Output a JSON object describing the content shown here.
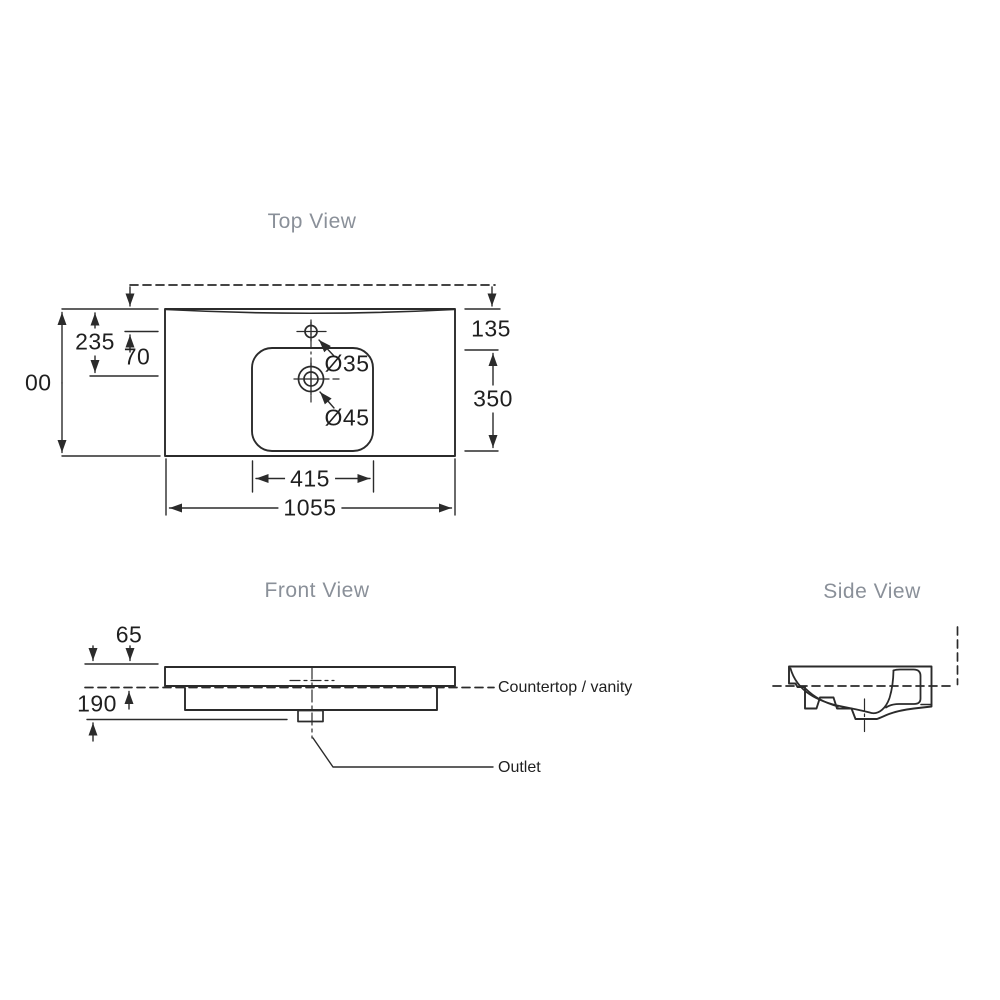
{
  "colors": {
    "background": "#ffffff",
    "line": "#2b2b2b",
    "dim_text": "#1f1f1f",
    "title_text": "#8a9099"
  },
  "top_view": {
    "title": "Top View",
    "dimensions": {
      "overall_width": "1055",
      "bowl_width": "415",
      "depth_clipped": "00",
      "edge_to_drain_center": "235",
      "edge_to_faucet_center": "70",
      "edge_to_bowl": "135",
      "bowl_depth": "350",
      "faucet_hole_diameter": "Ø35",
      "drain_hole_diameter": "Ø45"
    }
  },
  "front_view": {
    "title": "Front View",
    "dimensions": {
      "height_above_counter": "65",
      "depth_below_counter": "190"
    },
    "annotations": {
      "countertop": "Countertop / vanity",
      "outlet": "Outlet"
    }
  },
  "side_view": {
    "title": "Side View"
  }
}
